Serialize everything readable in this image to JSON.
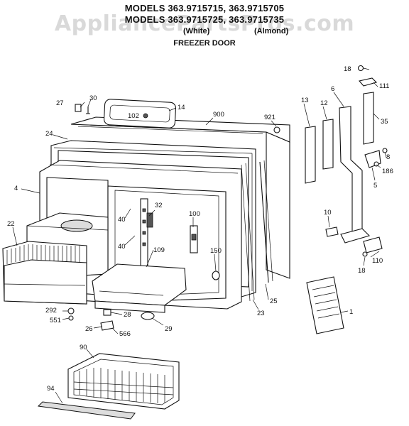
{
  "header": {
    "line1": "MODELS 363.9715715, 363.9715705",
    "line2": "MODELS 363.9715725, 363.9715735",
    "white": "(White)",
    "almond": "(Almond)",
    "title": "FREEZER DOOR"
  },
  "watermark": "AppliancePartsPros.com",
  "labels": {
    "p1": "1",
    "p4": "4",
    "p5": "5",
    "p6": "6",
    "p8": "8",
    "p10": "10",
    "p12": "12",
    "p13": "13",
    "p14": "14",
    "p18a": "18",
    "p18b": "18",
    "p22": "22",
    "p23": "23",
    "p24": "24",
    "p25": "25",
    "p26": "26",
    "p27": "27",
    "p28": "28",
    "p29": "29",
    "p30": "30",
    "p32": "32",
    "p35": "35",
    "p40a": "40",
    "p40b": "40",
    "p90": "90",
    "p94": "94",
    "p100": "100",
    "p102": "102",
    "p109": "109",
    "p110": "110",
    "p111": "111",
    "p150": "150",
    "p186": "186",
    "p292": "292",
    "p551": "551",
    "p566": "566",
    "p900": "900",
    "p921": "921"
  }
}
